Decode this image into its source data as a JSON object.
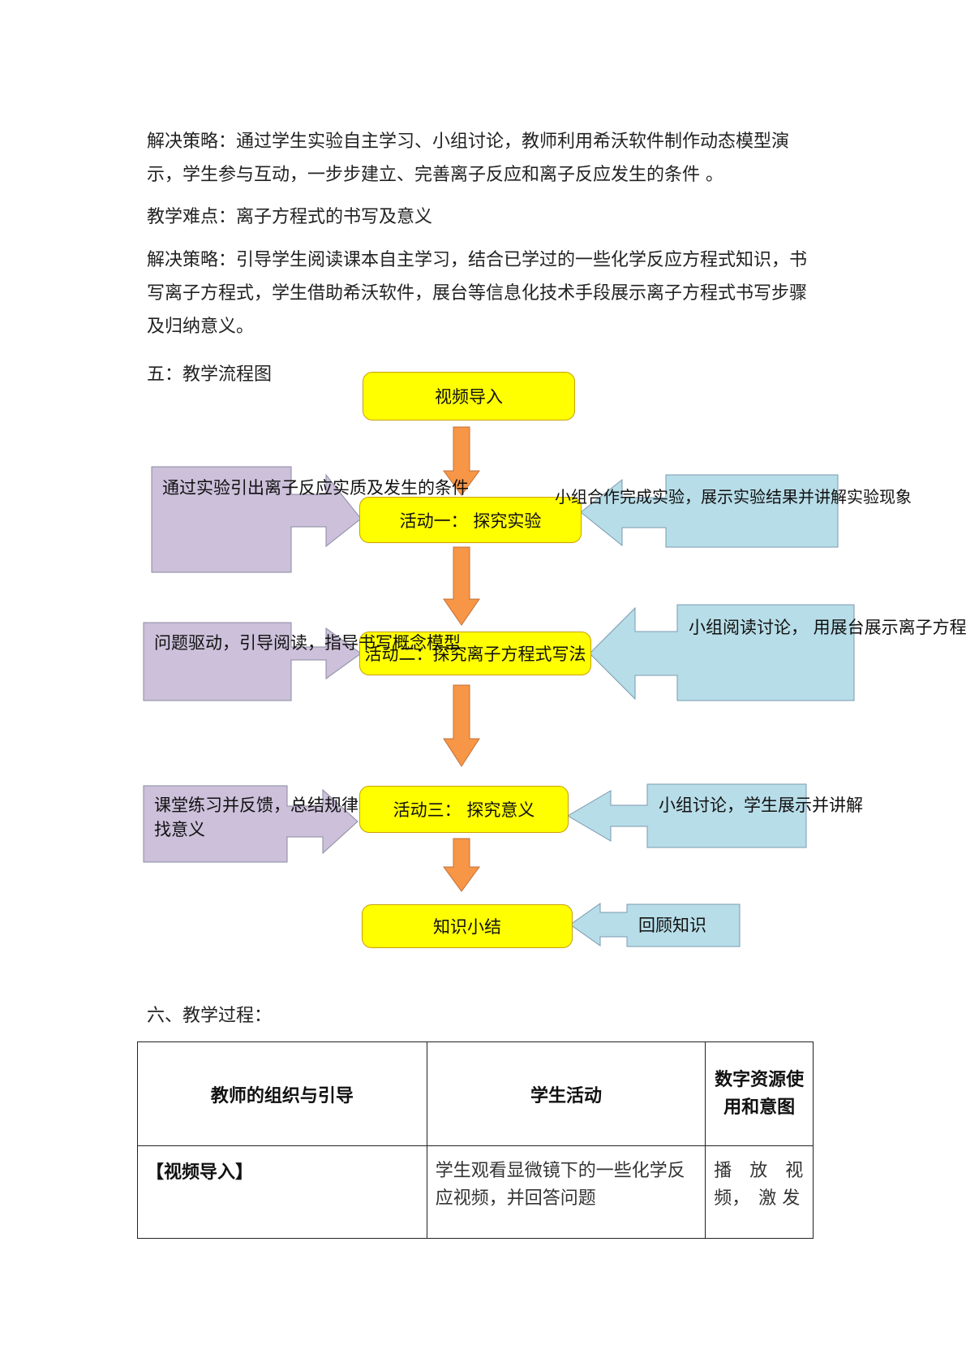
{
  "text": {
    "strategy1": "解决策略：通过学生实验自主学习、小组讨论，教师利用希沃软件制作动态模型演示，学生参与互动，一步步建立、完善离子反应和离子反应发生的条件 。",
    "difficulty": "教学难点：离子方程式的书写及意义",
    "strategy2": "解决策略：引导学生阅读课本自主学习，结合已学过的一些化学反应方程式知识，书写离子方程式，学生借助希沃软件，展台等信息化技术手段展示离子方程式书写步骤及归纳意义。",
    "section5": "五：教学流程图",
    "section6": "六、教学过程："
  },
  "flow": {
    "center": {
      "video": "视频导入",
      "act1": "活动一：  探究实验",
      "act2": "活动二：探究离子方程式写法",
      "act3": "活动三：  探究意义",
      "summary": "知识小结"
    },
    "left": {
      "l1": "通过实验引出离子反应实质及发生的条件",
      "l2": "问题驱动，引导阅读，指导书写概念模型",
      "l3a": "课堂练习并反馈，总结规律",
      "l3b": "找意义"
    },
    "right": {
      "r1": "小组合作完成实验，展示实验结果并讲解实验现象",
      "r2": "小组阅读讨论， 用展台展示离子方程",
      "r3": "小组讨论，学生展示并讲解",
      "r4": "回顾知识"
    },
    "colors": {
      "yellow": "#ffff00",
      "lavender": "#ccc0da",
      "lightblue": "#b7dde8",
      "orange": "#f79646"
    }
  },
  "table": {
    "headers": [
      "教师的组织与引导",
      "学生活动",
      "数字资源使用和意图"
    ],
    "row1": {
      "teacher": "【视频导入】",
      "student": "学生观看显微镜下的一些化学反应视频，并回答问题",
      "resource_line1": "播　放　视",
      "resource_line2": "频，　激 发"
    }
  }
}
